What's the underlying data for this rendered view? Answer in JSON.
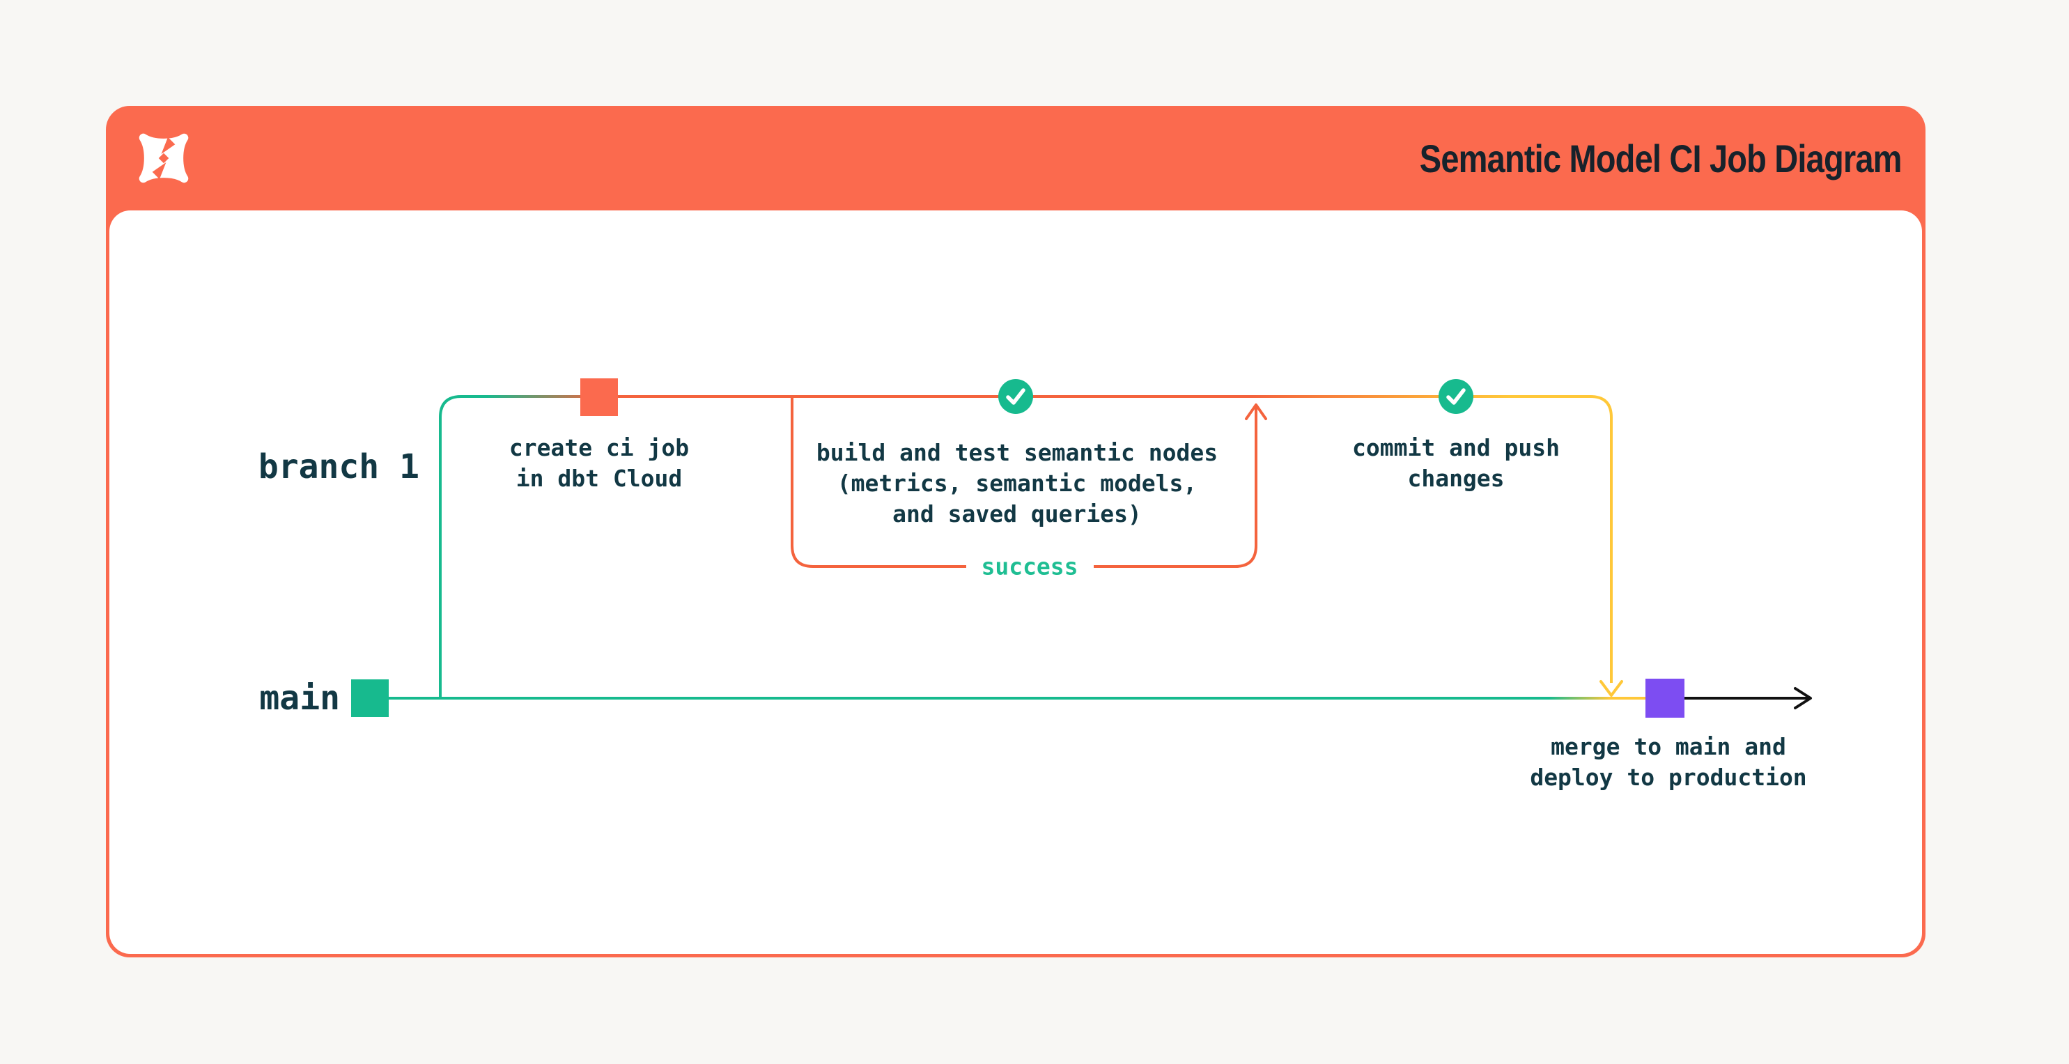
{
  "header": {
    "title": "Semantic Model CI Job Diagram",
    "logo": "dbt-logo"
  },
  "branches": {
    "branch_label": "branch 1",
    "main_label": "main"
  },
  "steps": {
    "create_ci": {
      "lines": [
        "create ci job",
        "in dbt Cloud"
      ],
      "node": "orange-square"
    },
    "build_test": {
      "lines": [
        "build and test semantic nodes",
        "(metrics, semantic models,",
        "and saved queries)"
      ],
      "node": "check-circle"
    },
    "commit_push": {
      "lines": [
        "commit and push",
        "changes"
      ],
      "node": "check-circle"
    },
    "merge_deploy": {
      "lines": [
        "merge to main and",
        "deploy to production"
      ],
      "node": "purple-square"
    }
  },
  "loop": {
    "label": "success"
  },
  "colors": {
    "frame_orange": "#FB6A4E",
    "line_orange": "#F4633D",
    "green": "#17BA8E",
    "success_green": "#1FBE93",
    "yellow": "#FFC839",
    "purple": "#7D4DF2",
    "dark_text": "#123844",
    "title_text": "#17222B",
    "card_bg": "#FFFFFF",
    "page_bg": "#F8F7F4",
    "arrow_black": "#111111"
  }
}
